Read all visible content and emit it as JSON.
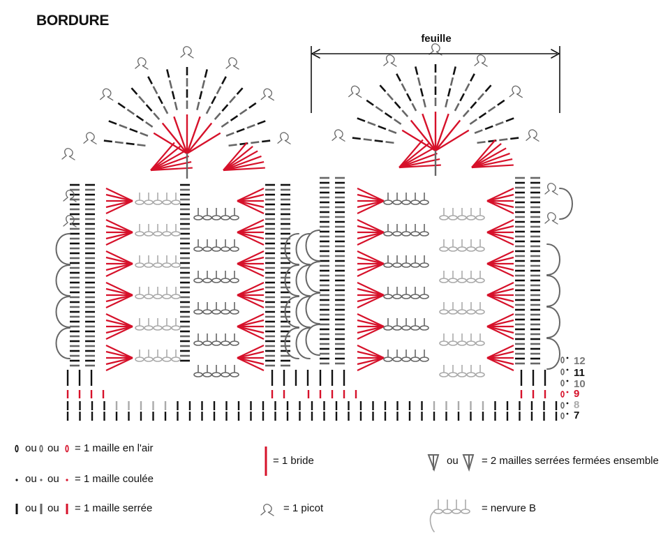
{
  "title": "BORDURE",
  "feuille_label": "feuille",
  "rows": [
    {
      "label": "12",
      "color": "#777777"
    },
    {
      "label": "11",
      "color": "#111111"
    },
    {
      "label": "10",
      "color": "#777777"
    },
    {
      "label": "9",
      "color": "#d6112a"
    },
    {
      "label": "8",
      "color": "#aaaaaa"
    },
    {
      "label": "7",
      "color": "#111111"
    }
  ],
  "legend": {
    "ou": "ou",
    "chain": "= 1 maille en l'air",
    "slip": "= 1 maille coulée",
    "single": "= 1 maille serrée",
    "treble": "= 1 bride",
    "picot": "= 1 picot",
    "dec": "= 2 mailles serrées fermées ensemble",
    "rib": "= nervure B"
  },
  "colors": {
    "black": "#111111",
    "dark_gray": "#666666",
    "light_gray": "#aaaaaa",
    "red": "#d6112a"
  }
}
